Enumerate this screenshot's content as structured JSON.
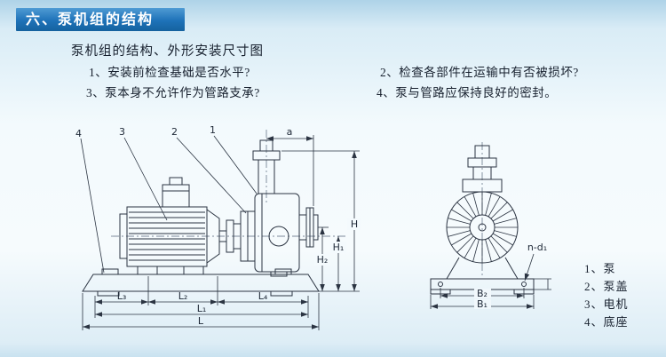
{
  "header": {
    "title": "六、泵机组的结构",
    "accent_color": "#1e72b8"
  },
  "intro": "泵机组的结构、外形安装尺寸图",
  "notes": [
    "1、安装前检查基础是否水平?",
    "2、检查各部件在运输中有否被损坏?",
    "3、泵本身不允许作为管路支承?",
    "4、泵与管路应保持良好的密封。"
  ],
  "side_view": {
    "part_numbers": [
      "4",
      "3",
      "2",
      "1"
    ],
    "dims": {
      "a": "a",
      "H": "H",
      "H1": "H₁",
      "H2": "H₂",
      "L3": "L₃",
      "L2": "L₂",
      "L4": "L₄",
      "L1": "L₁",
      "L": "L"
    }
  },
  "front_view": {
    "dims": {
      "nd1": "n-d₁",
      "B2": "B₂",
      "B1": "B₁"
    }
  },
  "legend": {
    "items": [
      "1、泵",
      "2、泵盖",
      "3、电机",
      "4、底座"
    ]
  }
}
